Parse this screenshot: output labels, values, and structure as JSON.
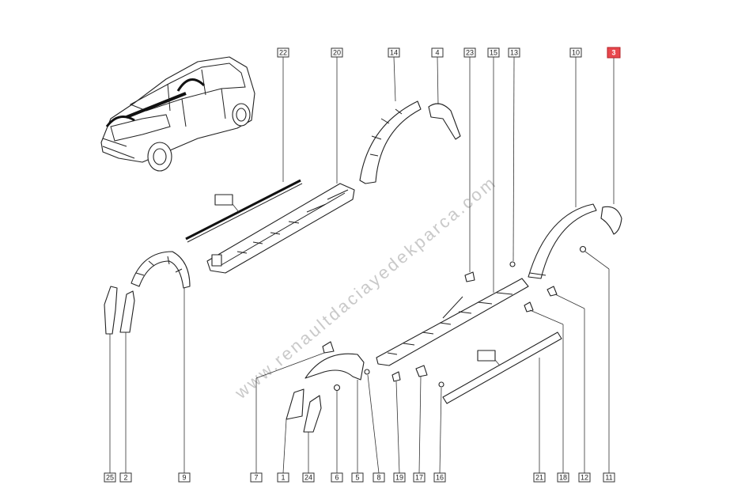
{
  "diagram": {
    "watermark": "www.renaultdaciayedekparca.com",
    "highlight_color": "#e8474d",
    "top_refs": [
      "22",
      "20",
      "14",
      "4",
      "23",
      "15",
      "13",
      "10",
      "3"
    ],
    "bottom_refs": [
      "25",
      "2",
      "9",
      "7",
      "1",
      "24",
      "6",
      "5",
      "8",
      "19",
      "17",
      "16",
      "21",
      "18",
      "12",
      "11"
    ],
    "highlighted_ref": "3"
  }
}
